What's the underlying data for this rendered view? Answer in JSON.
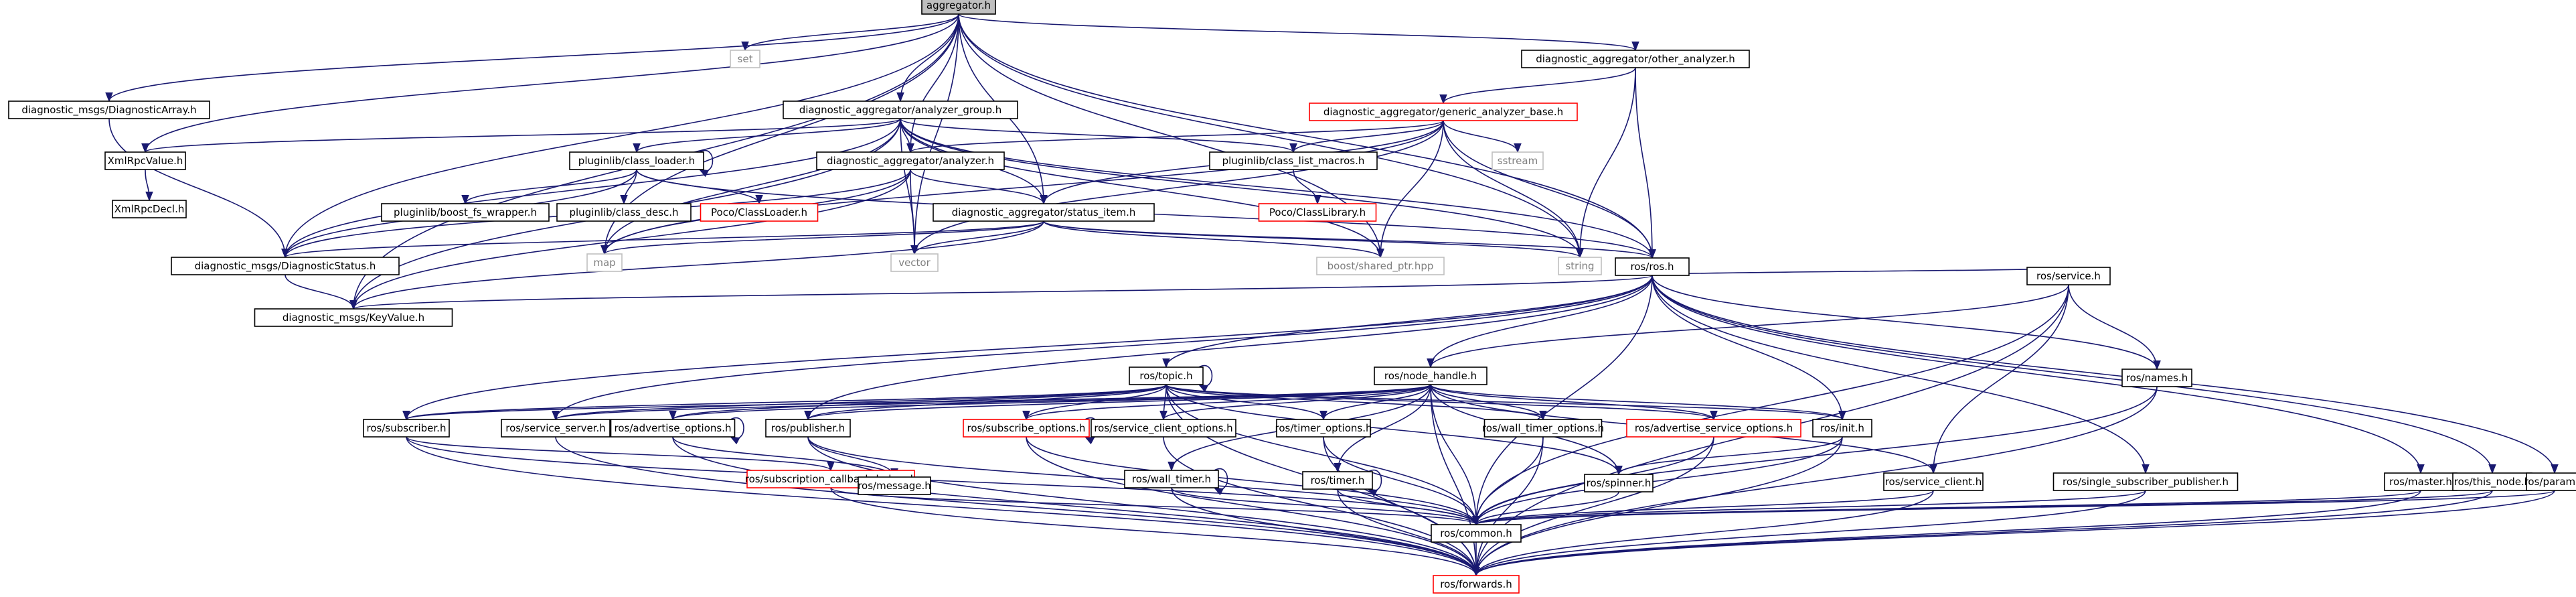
{
  "colors": {
    "root_fill": "#bfbfbf",
    "node_stroke": "#000000",
    "documented_text": "#000000",
    "undocumented_stroke": "#bfbfbf",
    "undocumented_text": "#7f7f7f",
    "external_stroke": "#ff0000",
    "edge": "#191970"
  },
  "nodes": [
    {
      "id": "aggregator",
      "label": "aggregator.h",
      "kind": "root"
    },
    {
      "id": "set",
      "label": "set",
      "kind": "system"
    },
    {
      "id": "dm_array",
      "label": "diagnostic_msgs/DiagnosticArray.h",
      "kind": "doc"
    },
    {
      "id": "xmlrpc",
      "label": "XmlRpcValue.h",
      "kind": "doc"
    },
    {
      "id": "xmlrpcdecl",
      "label": "XmlRpcDecl.h",
      "kind": "doc"
    },
    {
      "id": "analyzer_group",
      "label": "diagnostic_aggregator/analyzer_group.h",
      "kind": "doc"
    },
    {
      "id": "other_analyzer",
      "label": "diagnostic_aggregator/other_analyzer.h",
      "kind": "doc"
    },
    {
      "id": "generic_base",
      "label": "diagnostic_aggregator/generic_analyzer_base.h",
      "kind": "ext"
    },
    {
      "id": "class_loader",
      "label": "pluginlib/class_loader.h",
      "kind": "doc"
    },
    {
      "id": "analyzer",
      "label": "diagnostic_aggregator/analyzer.h",
      "kind": "doc"
    },
    {
      "id": "class_list_macros",
      "label": "pluginlib/class_list_macros.h",
      "kind": "doc"
    },
    {
      "id": "sstream",
      "label": "sstream",
      "kind": "system"
    },
    {
      "id": "boost_fs",
      "label": "pluginlib/boost_fs_wrapper.h",
      "kind": "doc"
    },
    {
      "id": "class_desc",
      "label": "pluginlib/class_desc.h",
      "kind": "doc"
    },
    {
      "id": "poco_loader",
      "label": "Poco/ClassLoader.h",
      "kind": "ext"
    },
    {
      "id": "poco_library",
      "label": "Poco/ClassLibrary.h",
      "kind": "ext"
    },
    {
      "id": "status_item",
      "label": "diagnostic_aggregator/status_item.h",
      "kind": "doc"
    },
    {
      "id": "dm_status",
      "label": "diagnostic_msgs/DiagnosticStatus.h",
      "kind": "doc"
    },
    {
      "id": "map",
      "label": "map",
      "kind": "system"
    },
    {
      "id": "vector",
      "label": "vector",
      "kind": "system"
    },
    {
      "id": "shared_ptr",
      "label": "boost/shared_ptr.hpp",
      "kind": "system"
    },
    {
      "id": "string",
      "label": "string",
      "kind": "system"
    },
    {
      "id": "ros",
      "label": "ros/ros.h",
      "kind": "doc"
    },
    {
      "id": "keyvalue",
      "label": "diagnostic_msgs/KeyValue.h",
      "kind": "doc"
    },
    {
      "id": "service",
      "label": "ros/service.h",
      "kind": "doc"
    },
    {
      "id": "topic",
      "label": "ros/topic.h",
      "kind": "doc"
    },
    {
      "id": "node_handle",
      "label": "ros/node_handle.h",
      "kind": "doc"
    },
    {
      "id": "names",
      "label": "ros/names.h",
      "kind": "doc"
    },
    {
      "id": "subscriber",
      "label": "ros/subscriber.h",
      "kind": "doc"
    },
    {
      "id": "service_server",
      "label": "ros/service_server.h",
      "kind": "doc"
    },
    {
      "id": "advertise_options",
      "label": "ros/advertise_options.h",
      "kind": "doc"
    },
    {
      "id": "publisher",
      "label": "ros/publisher.h",
      "kind": "doc"
    },
    {
      "id": "subscribe_options",
      "label": "ros/subscribe_options.h",
      "kind": "ext"
    },
    {
      "id": "service_client_options",
      "label": "ros/service_client_options.h",
      "kind": "doc"
    },
    {
      "id": "timer_options",
      "label": "ros/timer_options.h",
      "kind": "doc"
    },
    {
      "id": "wall_timer_options",
      "label": "ros/wall_timer_options.h",
      "kind": "doc"
    },
    {
      "id": "advertise_service_options",
      "label": "ros/advertise_service_options.h",
      "kind": "ext"
    },
    {
      "id": "init",
      "label": "ros/init.h",
      "kind": "doc"
    },
    {
      "id": "sub_cb_helper",
      "label": "ros/subscription_callback_helper.h",
      "kind": "ext"
    },
    {
      "id": "message",
      "label": "ros/message.h",
      "kind": "doc"
    },
    {
      "id": "wall_timer",
      "label": "ros/wall_timer.h",
      "kind": "doc"
    },
    {
      "id": "timer",
      "label": "ros/timer.h",
      "kind": "doc"
    },
    {
      "id": "spinner",
      "label": "ros/spinner.h",
      "kind": "doc"
    },
    {
      "id": "service_client",
      "label": "ros/service_client.h",
      "kind": "doc"
    },
    {
      "id": "single_sub_pub",
      "label": "ros/single_subscriber_publisher.h",
      "kind": "doc"
    },
    {
      "id": "master",
      "label": "ros/master.h",
      "kind": "doc"
    },
    {
      "id": "this_node",
      "label": "ros/this_node.h",
      "kind": "doc"
    },
    {
      "id": "param",
      "label": "ros/param.h",
      "kind": "doc"
    },
    {
      "id": "common",
      "label": "ros/common.h",
      "kind": "doc"
    },
    {
      "id": "forwards",
      "label": "ros/forwards.h",
      "kind": "ext"
    }
  ],
  "edges": [
    [
      "aggregator",
      "set"
    ],
    [
      "aggregator",
      "dm_array"
    ],
    [
      "aggregator",
      "xmlrpc"
    ],
    [
      "aggregator",
      "dm_status"
    ],
    [
      "aggregator",
      "map"
    ],
    [
      "aggregator",
      "vector"
    ],
    [
      "aggregator",
      "analyzer_group"
    ],
    [
      "aggregator",
      "analyzer"
    ],
    [
      "aggregator",
      "status_item"
    ],
    [
      "aggregator",
      "other_analyzer"
    ],
    [
      "aggregator",
      "shared_ptr"
    ],
    [
      "aggregator",
      "string"
    ],
    [
      "aggregator",
      "ros"
    ],
    [
      "aggregator",
      "keyvalue"
    ],
    [
      "dm_array",
      "dm_status"
    ],
    [
      "xmlrpc",
      "xmlrpcdecl"
    ],
    [
      "analyzer_group",
      "xmlrpc"
    ],
    [
      "analyzer_group",
      "class_loader"
    ],
    [
      "analyzer_group",
      "analyzer"
    ],
    [
      "analyzer_group",
      "status_item"
    ],
    [
      "analyzer_group",
      "class_list_macros"
    ],
    [
      "analyzer_group",
      "dm_status"
    ],
    [
      "analyzer_group",
      "map"
    ],
    [
      "analyzer_group",
      "vector"
    ],
    [
      "analyzer_group",
      "shared_ptr"
    ],
    [
      "analyzer_group",
      "string"
    ],
    [
      "analyzer_group",
      "ros"
    ],
    [
      "analyzer_group",
      "keyvalue"
    ],
    [
      "other_analyzer",
      "generic_base"
    ],
    [
      "other_analyzer",
      "string"
    ],
    [
      "other_analyzer",
      "ros"
    ],
    [
      "generic_base",
      "analyzer"
    ],
    [
      "generic_base",
      "status_item"
    ],
    [
      "generic_base",
      "class_list_macros"
    ],
    [
      "generic_base",
      "sstream"
    ],
    [
      "generic_base",
      "map"
    ],
    [
      "generic_base",
      "vector"
    ],
    [
      "generic_base",
      "shared_ptr"
    ],
    [
      "generic_base",
      "string"
    ],
    [
      "generic_base",
      "ros"
    ],
    [
      "class_loader",
      "class_loader"
    ],
    [
      "class_loader",
      "boost_fs"
    ],
    [
      "class_loader",
      "class_desc"
    ],
    [
      "class_loader",
      "poco_loader"
    ],
    [
      "class_loader",
      "dm_status"
    ],
    [
      "class_loader",
      "ros"
    ],
    [
      "class_list_macros",
      "poco_library"
    ],
    [
      "analyzer",
      "status_item"
    ],
    [
      "analyzer",
      "dm_status"
    ],
    [
      "analyzer",
      "map"
    ],
    [
      "analyzer",
      "vector"
    ],
    [
      "analyzer",
      "keyvalue"
    ],
    [
      "status_item",
      "dm_status"
    ],
    [
      "status_item",
      "keyvalue"
    ],
    [
      "status_item",
      "map"
    ],
    [
      "status_item",
      "vector"
    ],
    [
      "status_item",
      "shared_ptr"
    ],
    [
      "status_item",
      "string"
    ],
    [
      "status_item",
      "ros"
    ],
    [
      "dm_status",
      "keyvalue"
    ],
    [
      "ros",
      "keyvalue"
    ],
    [
      "ros",
      "service"
    ],
    [
      "ros",
      "node_handle"
    ],
    [
      "ros",
      "topic"
    ],
    [
      "ros",
      "names"
    ],
    [
      "ros",
      "init"
    ],
    [
      "ros",
      "publisher"
    ],
    [
      "ros",
      "subscriber"
    ],
    [
      "ros",
      "service_server"
    ],
    [
      "ros",
      "single_sub_pub"
    ],
    [
      "ros",
      "master"
    ],
    [
      "ros",
      "this_node"
    ],
    [
      "ros",
      "param"
    ],
    [
      "ros",
      "common"
    ],
    [
      "service",
      "node_handle"
    ],
    [
      "service",
      "names"
    ],
    [
      "service",
      "common"
    ],
    [
      "service",
      "forwards"
    ],
    [
      "service",
      "service_client"
    ],
    [
      "topic",
      "topic"
    ],
    [
      "topic",
      "subscriber"
    ],
    [
      "topic",
      "publisher"
    ],
    [
      "topic",
      "service_server"
    ],
    [
      "topic",
      "advertise_options"
    ],
    [
      "topic",
      "subscribe_options"
    ],
    [
      "topic",
      "service_client_options"
    ],
    [
      "topic",
      "timer_options"
    ],
    [
      "topic",
      "wall_timer_options"
    ],
    [
      "topic",
      "advertise_service_options"
    ],
    [
      "topic",
      "init"
    ],
    [
      "topic",
      "spinner"
    ],
    [
      "topic",
      "common"
    ],
    [
      "topic",
      "forwards"
    ],
    [
      "node_handle",
      "subscriber"
    ],
    [
      "node_handle",
      "service_server"
    ],
    [
      "node_handle",
      "advertise_options"
    ],
    [
      "node_handle",
      "publisher"
    ],
    [
      "node_handle",
      "subscribe_options"
    ],
    [
      "node_handle",
      "service_client_options"
    ],
    [
      "node_handle",
      "timer_options"
    ],
    [
      "node_handle",
      "wall_timer_options"
    ],
    [
      "node_handle",
      "advertise_service_options"
    ],
    [
      "node_handle",
      "init"
    ],
    [
      "node_handle",
      "wall_timer"
    ],
    [
      "node_handle",
      "timer"
    ],
    [
      "node_handle",
      "spinner"
    ],
    [
      "node_handle",
      "service_client"
    ],
    [
      "node_handle",
      "common"
    ],
    [
      "node_handle",
      "forwards"
    ],
    [
      "names",
      "common"
    ],
    [
      "names",
      "forwards"
    ],
    [
      "subscriber",
      "sub_cb_helper"
    ],
    [
      "subscriber",
      "common"
    ],
    [
      "subscriber",
      "forwards"
    ],
    [
      "service_server",
      "forwards"
    ],
    [
      "advertise_options",
      "advertise_options"
    ],
    [
      "advertise_options",
      "message"
    ],
    [
      "advertise_options",
      "forwards"
    ],
    [
      "publisher",
      "message"
    ],
    [
      "publisher",
      "common"
    ],
    [
      "publisher",
      "forwards"
    ],
    [
      "subscribe_options",
      "subscribe_options"
    ],
    [
      "subscribe_options",
      "common"
    ],
    [
      "subscribe_options",
      "forwards"
    ],
    [
      "service_client_options",
      "forwards"
    ],
    [
      "timer_options",
      "common"
    ],
    [
      "timer_options",
      "forwards"
    ],
    [
      "wall_timer_options",
      "common"
    ],
    [
      "wall_timer_options",
      "forwards"
    ],
    [
      "advertise_service_options",
      "common"
    ],
    [
      "advertise_service_options",
      "forwards"
    ],
    [
      "init",
      "spinner"
    ],
    [
      "init",
      "common"
    ],
    [
      "init",
      "forwards"
    ],
    [
      "sub_cb_helper",
      "common"
    ],
    [
      "sub_cb_helper",
      "forwards"
    ],
    [
      "wall_timer",
      "wall_timer"
    ],
    [
      "wall_timer",
      "common"
    ],
    [
      "wall_timer",
      "forwards"
    ],
    [
      "timer",
      "timer"
    ],
    [
      "timer",
      "common"
    ],
    [
      "timer",
      "forwards"
    ],
    [
      "spinner",
      "common"
    ],
    [
      "service_client",
      "common"
    ],
    [
      "service_client",
      "forwards"
    ],
    [
      "single_sub_pub",
      "common"
    ],
    [
      "single_sub_pub",
      "forwards"
    ],
    [
      "master",
      "common"
    ],
    [
      "master",
      "forwards"
    ],
    [
      "this_node",
      "common"
    ],
    [
      "this_node",
      "forwards"
    ],
    [
      "param",
      "common"
    ],
    [
      "param",
      "forwards"
    ],
    [
      "common",
      "forwards"
    ]
  ]
}
